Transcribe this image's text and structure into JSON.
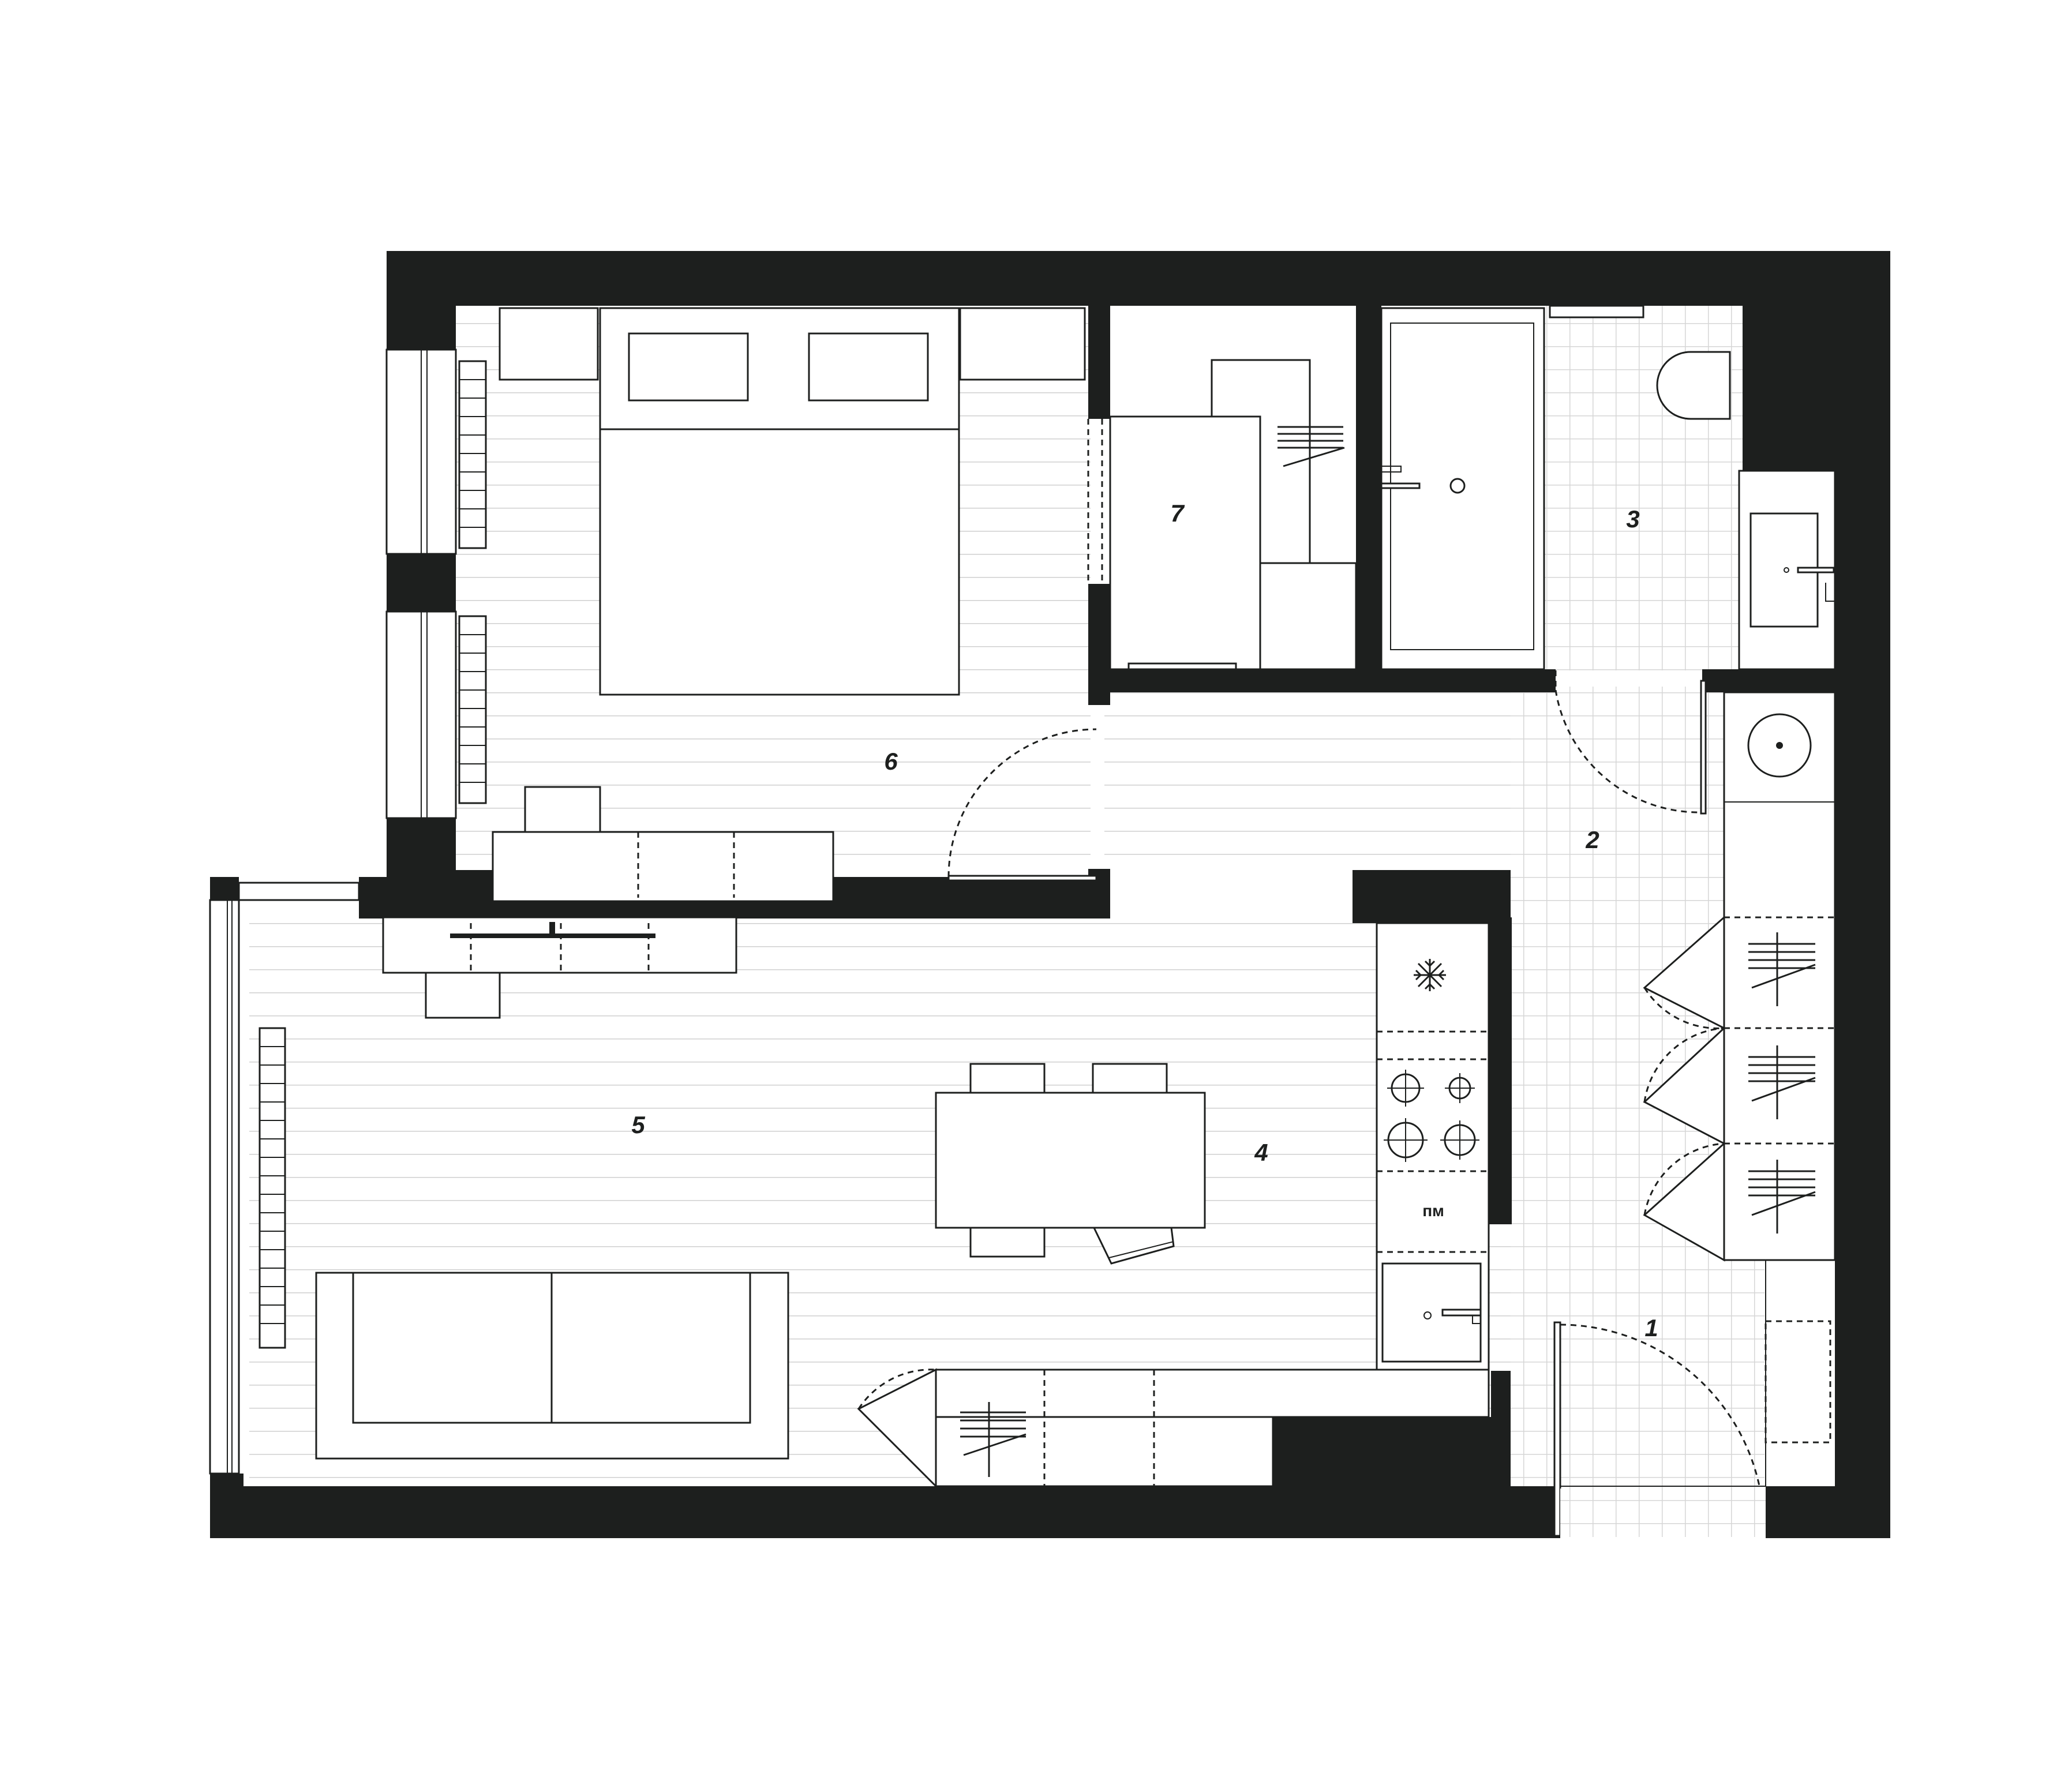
{
  "plan": {
    "wall_color": "#1d1f1e",
    "floor_line_color": "#cfcfcf",
    "tile_line_color": "#d2d2d2",
    "rooms": [
      {
        "number": "1"
      },
      {
        "number": "2"
      },
      {
        "number": "3"
      },
      {
        "number": "4"
      },
      {
        "number": "5"
      },
      {
        "number": "6"
      },
      {
        "number": "7"
      }
    ],
    "appliances": {
      "fridge_icon": "snowflake-icon",
      "microwave_label": "пм"
    }
  }
}
